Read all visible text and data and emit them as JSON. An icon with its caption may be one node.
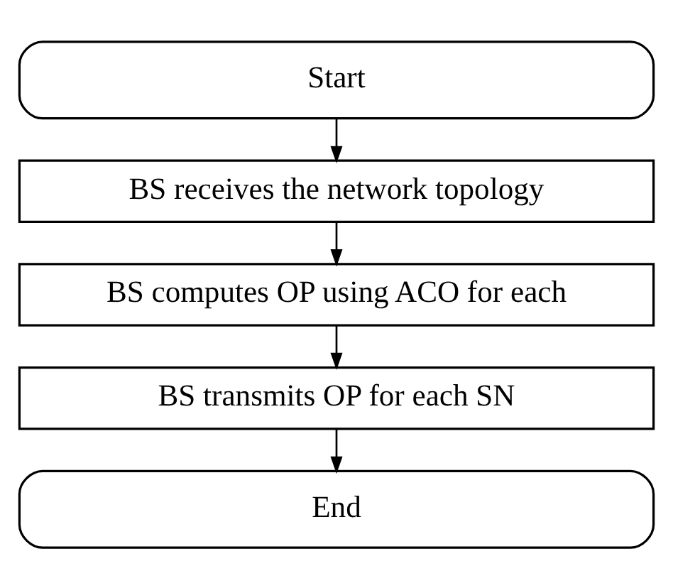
{
  "diagram": {
    "nodes": [
      {
        "text": [
          "Start"
        ]
      },
      {
        "text": [
          "BS receives the network topology"
        ]
      },
      {
        "text": [
          "BS computes OP using ACO for each"
        ]
      },
      {
        "text": [
          "BS transmits OP for each SN"
        ]
      },
      {
        "text": [
          "End"
        ]
      }
    ],
    "edges": [
      {
        "from": 0,
        "to": 1,
        "arrow": "to"
      },
      {
        "from": 1,
        "to": 2,
        "arrow": "to"
      },
      {
        "from": 2,
        "to": 3,
        "arrow": "to"
      },
      {
        "from": 3,
        "to": 4,
        "arrow": "to"
      }
    ]
  }
}
